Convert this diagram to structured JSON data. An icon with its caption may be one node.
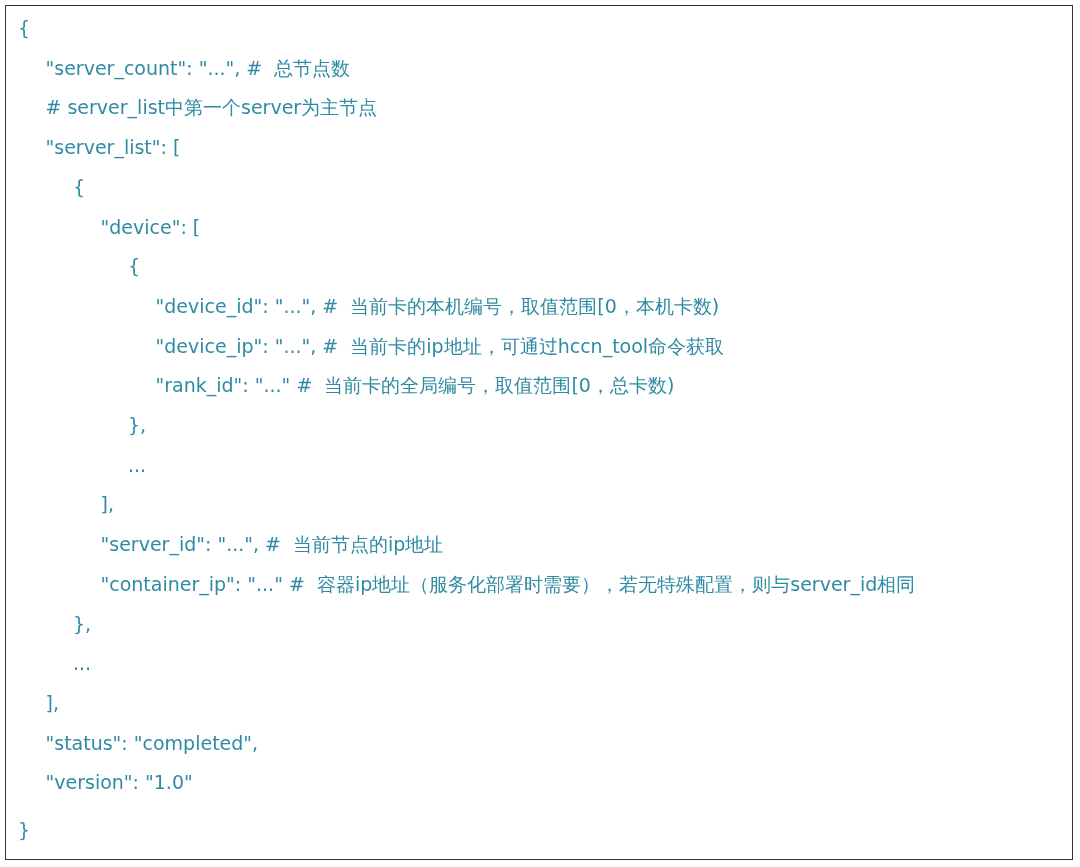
{
  "diagram": {
    "nodes": [
      {
        "text": [
          "{",
          "\"server_count\": \"...\", #  总节点数",
          "# server_list中第一个server为主节点",
          "\"server_list\": [",
          "{",
          "\"device\": [",
          "{",
          "\"device_id\": \"...\", #  当前卡的本机编号，取值范围[0，本机卡数)",
          "\"device_ip\": \"...\", #  当前卡的ip地址，可通过hccn_tool命令获取",
          "\"rank_id\": \"...\" #  当前卡的全局编号，取值范围[0，总卡数)",
          "},",
          "...",
          "],",
          "\"server_id\": \"...\", #  当前节点的ip地址",
          "\"container_ip\": \"...\" #  容器ip地址（服务化部署时需要），若无特殊配置，则与server_id相同",
          "},",
          "...",
          "],",
          "\"status\": \"completed\",",
          "\"version\": \"1.0\"",
          "}"
        ]
      }
    ]
  }
}
